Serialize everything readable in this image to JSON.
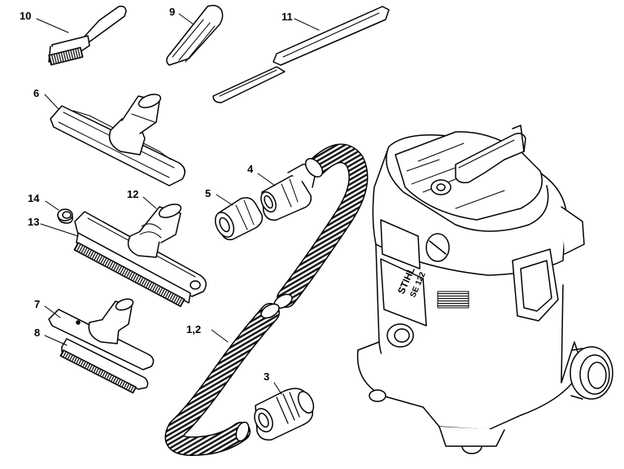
{
  "callouts": {
    "c10": "10",
    "c9": "9",
    "c11": "11",
    "c6": "6",
    "c4": "4",
    "c5": "5",
    "c14": "14",
    "c12": "12",
    "c13": "13",
    "c7": "7",
    "c8": "8",
    "c12hose": "1,2",
    "c3": "3"
  },
  "vacuum": {
    "brand": "STIHL",
    "model": "SE 122"
  }
}
